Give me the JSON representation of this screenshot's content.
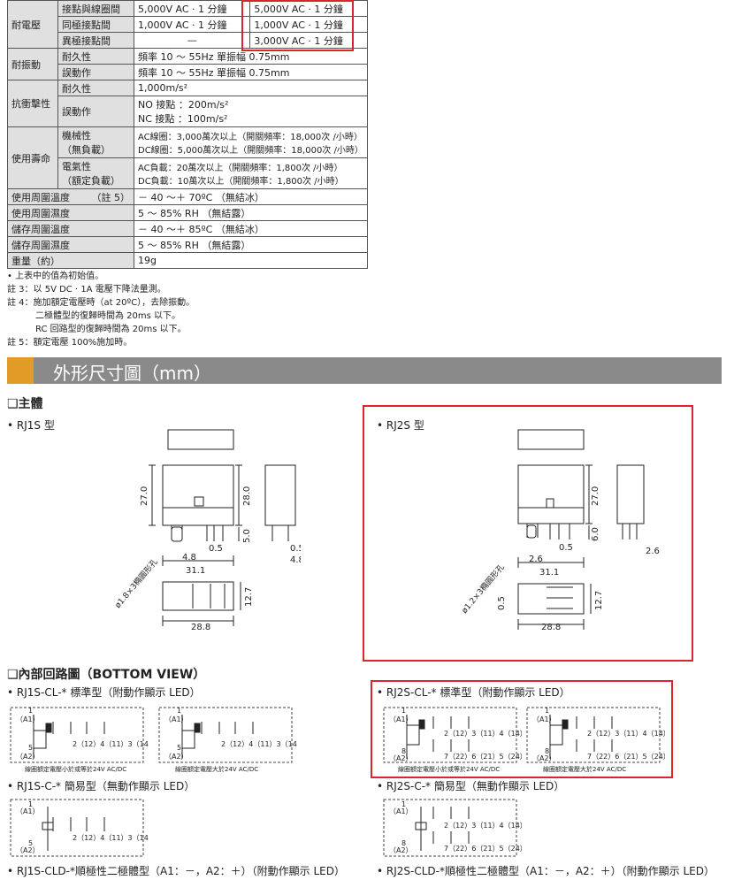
{
  "spec_table": {
    "rows": [
      {
        "group": "耐電壓",
        "item": "接點與線圈間",
        "v1": "5,000V AC · 1 分鐘",
        "v2": "5,000V AC · 1 分鐘"
      },
      {
        "group": "",
        "item": "同極接點間",
        "v1": "1,000V AC · 1 分鐘",
        "v2": "1,000V AC · 1 分鐘"
      },
      {
        "group": "",
        "item": "異極接點間",
        "v1": "—",
        "v2": "3,000V AC · 1 分鐘"
      },
      {
        "group": "耐振動",
        "item": "耐久性",
        "v1": "頻率 10 ～ 55Hz 單振幅 0.75mm"
      },
      {
        "group": "",
        "item": "誤動作",
        "v1": "頻率 10 ～ 55Hz 單振幅 0.75mm"
      },
      {
        "group": "抗衝擊性",
        "item": "耐久性",
        "v1": "1,000m/s²"
      },
      {
        "group": "",
        "item": "誤動作",
        "v1a": "NO 接點 ：200m/s²",
        "v1b": "NC 接點 ：100m/s²"
      },
      {
        "group": "使用壽命",
        "item_a": "機械性",
        "item_b": "（無負載）",
        "v1a": "AC線圈：3,000萬次以上（開關頻率：18,000次 /小時）",
        "v1b": "DC線圈：5,000萬次以上（開關頻率：18,000次 /小時）"
      },
      {
        "group": "",
        "item_a": "電氣性",
        "item_b": "（額定負載）",
        "v1a": "AC負載：20萬次以上（開關頻率：1,800次 /小時）",
        "v1b": "DC負載：10萬次以上（開關頻率：1,800次 /小時）"
      },
      {
        "label": "使用周圍溫度",
        "note": "（註 5）",
        "v1": "－ 40 ～＋ 70ºC （無結冰）"
      },
      {
        "label": "使用周圍濕度",
        "v1": "5 ～ 85% RH （無結露）"
      },
      {
        "label": "儲存周圍溫度",
        "v1": "－ 40 ～＋ 85ºC （無結冰）"
      },
      {
        "label": "儲存周圍濕度",
        "v1": "5 ～ 85% RH （無結露）"
      },
      {
        "label": "重量（約）",
        "v1": "19g"
      }
    ]
  },
  "notes": [
    "• 上表中的值為初始值。",
    "註 3：以 5V DC · 1A 電壓下降法量測。",
    "註 4：施加額定電壓時（at 20ºC），去除振動。",
    "二極體型的復歸時間為 20ms 以下。",
    "RC 回路型的復歸時間為 20ms 以下。",
    "註 5：額定電壓 100%施加時。"
  ],
  "section_title": "外形尺寸圖（mm）",
  "main_body": {
    "heading": "❑主體",
    "rj1s": {
      "label": "• RJ1S 型",
      "dims": [
        "27.0",
        "28.0",
        "5.0",
        "0.5",
        "4.8",
        "31.1",
        "0.5",
        "4.8",
        "12.7",
        "28.8"
      ],
      "hole": "ø1.8×3橢圓形孔"
    },
    "rj2s": {
      "label": "• RJ2S 型",
      "dims": [
        "27.0",
        "6.0",
        "0.5",
        "2.6",
        "31.1",
        "2.6",
        "0.5",
        "12.7",
        "28.8"
      ],
      "hole": "ø1.2×3橢圓形孔"
    }
  },
  "circuit": {
    "heading": "❑內部回路圖（BOTTOM VIEW）",
    "rj1s_cl": "• RJ1S-CL-* 標準型（附動作顯示 LED）",
    "rj2s_cl": "• RJ2S-CL-* 標準型（附動作顯示 LED）",
    "rj1s_c": "• RJ1S-C-* 簡易型（無動作顯示 LED）",
    "rj2s_c": "• RJ2S-C-* 簡易型（無動作顯示 LED）",
    "rj1s_cld": "• RJ1S-CLD-*順極性二極體型（A1：－，A2：＋）（附動作顯示 LED）",
    "rj2s_cld": "• RJ2S-CLD-*順極性二極體型（A1：－，A2：＋）（附動作顯示 LED）",
    "cap_le24": "線圈額定電壓小於或等於24V AC/DC",
    "cap_gt24": "線圈額定電壓大於24V AC/DC",
    "pin1": "1",
    "a1": "（A1）",
    "pin5": "5",
    "pin8": "8",
    "a2": "（A2）",
    "rj1s_pins": "2（12）4（11）3（14）",
    "rj2s_pins_top": "2（12）3（11）4（14）",
    "rj2s_pins_bot": "7（22）6（21）5（24）"
  },
  "colors": {
    "highlight": "#d9262c",
    "banner": "#8a8a8a",
    "stripe": "#e39b28",
    "header_cell": "#e0e0e0"
  }
}
